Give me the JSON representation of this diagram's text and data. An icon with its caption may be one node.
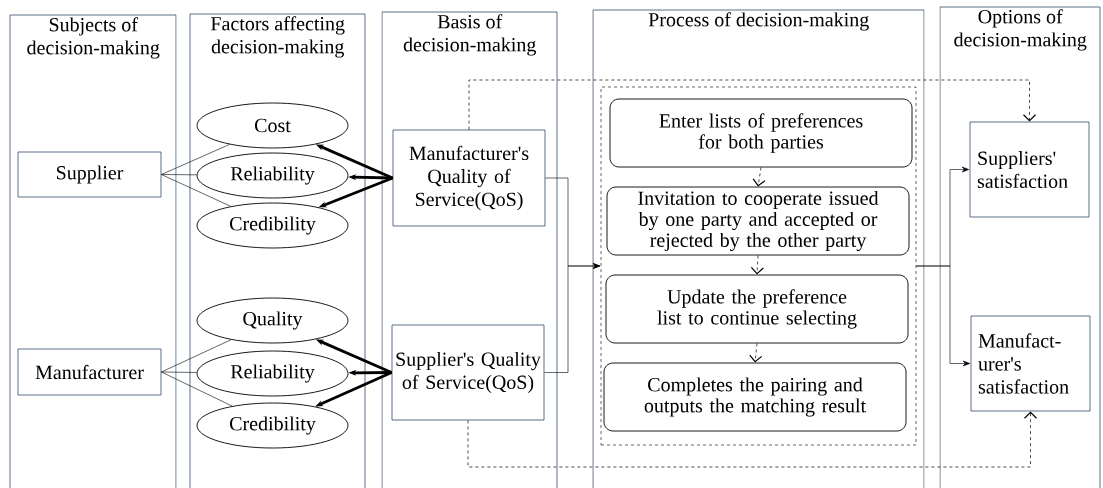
{
  "diagram": {
    "nodes": [
      {
        "text": [
          "Subjects of decision-making"
        ]
      },
      {
        "text": [
          "Supplier"
        ],
        "in": 0
      },
      {
        "text": [
          "Manufacturer"
        ],
        "in": 0
      },
      {
        "text": [
          "Factors affecting decision-making"
        ]
      },
      {
        "text": [
          "Cost"
        ],
        "in": 3
      },
      {
        "text": [
          "Reliability"
        ],
        "in": 3
      },
      {
        "text": [
          "Credibility"
        ],
        "in": 3
      },
      {
        "text": [
          "Quality"
        ],
        "in": 3
      },
      {
        "text": [
          "Reliability"
        ],
        "in": 3
      },
      {
        "text": [
          "Credibility"
        ],
        "in": 3
      },
      {
        "text": [
          "Basis of decision-making"
        ]
      },
      {
        "text": [
          "Manufacturer's Quality of Service(QoS)"
        ],
        "in": 10
      },
      {
        "text": [
          "Supplier's Quality of Service(QoS)"
        ],
        "in": 10
      },
      {
        "text": [
          "Process of decision-making"
        ]
      },
      {
        "text": [],
        "shape": "box",
        "in": 13
      },
      {
        "text": [
          "Enter lists of preferences for both parties"
        ],
        "in": 14
      },
      {
        "text": [
          "Invitation to cooperate issued by one party and accepted or rejected by the other party"
        ],
        "in": 14
      },
      {
        "text": [
          "Update the preference list to continue selecting"
        ],
        "in": 14
      },
      {
        "text": [
          "Completes the pairing and outputs the matching result"
        ],
        "in": 14
      },
      {
        "text": [
          "Options of decision-making"
        ]
      },
      {
        "text": [
          "Suppliers' satisfaction"
        ],
        "in": 19
      },
      {
        "text": [
          "Manufact- urer's satisfaction"
        ],
        "in": 19
      }
    ],
    "edges": [
      {
        "from": 1,
        "to": 4,
        "arrow": "none"
      },
      {
        "from": 1,
        "to": 5,
        "arrow": "none"
      },
      {
        "from": 1,
        "to": 6,
        "arrow": "none"
      },
      {
        "from": 2,
        "to": 7,
        "arrow": "none"
      },
      {
        "from": 2,
        "to": 8,
        "arrow": "none"
      },
      {
        "from": 2,
        "to": 9,
        "arrow": "none"
      },
      {
        "from": 11,
        "to": 4,
        "arrow": "to",
        "style": "thick"
      },
      {
        "from": 11,
        "to": 5,
        "arrow": "to",
        "style": "thick"
      },
      {
        "from": 11,
        "to": 6,
        "arrow": "to",
        "style": "thick"
      },
      {
        "from": 12,
        "to": 7,
        "arrow": "to",
        "style": "thick"
      },
      {
        "from": 12,
        "to": 8,
        "arrow": "to",
        "style": "thick"
      },
      {
        "from": 12,
        "to": 9,
        "arrow": "to",
        "style": "thick"
      },
      {
        "from": 11,
        "to": 14,
        "arrow": "to"
      },
      {
        "from": 12,
        "to": 14,
        "arrow": "to"
      },
      {
        "from": 15,
        "to": 16,
        "arrow": "to",
        "style": "dashed"
      },
      {
        "from": 16,
        "to": 17,
        "arrow": "to",
        "style": "dashed"
      },
      {
        "from": 17,
        "to": 18,
        "arrow": "to",
        "style": "dashed"
      },
      {
        "from": 14,
        "to": 20,
        "arrow": "to"
      },
      {
        "from": 14,
        "to": 21,
        "arrow": "to"
      },
      {
        "from": 11,
        "to": 20,
        "arrow": "to",
        "style": "dashed"
      },
      {
        "from": 12,
        "to": 21,
        "arrow": "to",
        "style": "dashed"
      }
    ]
  }
}
